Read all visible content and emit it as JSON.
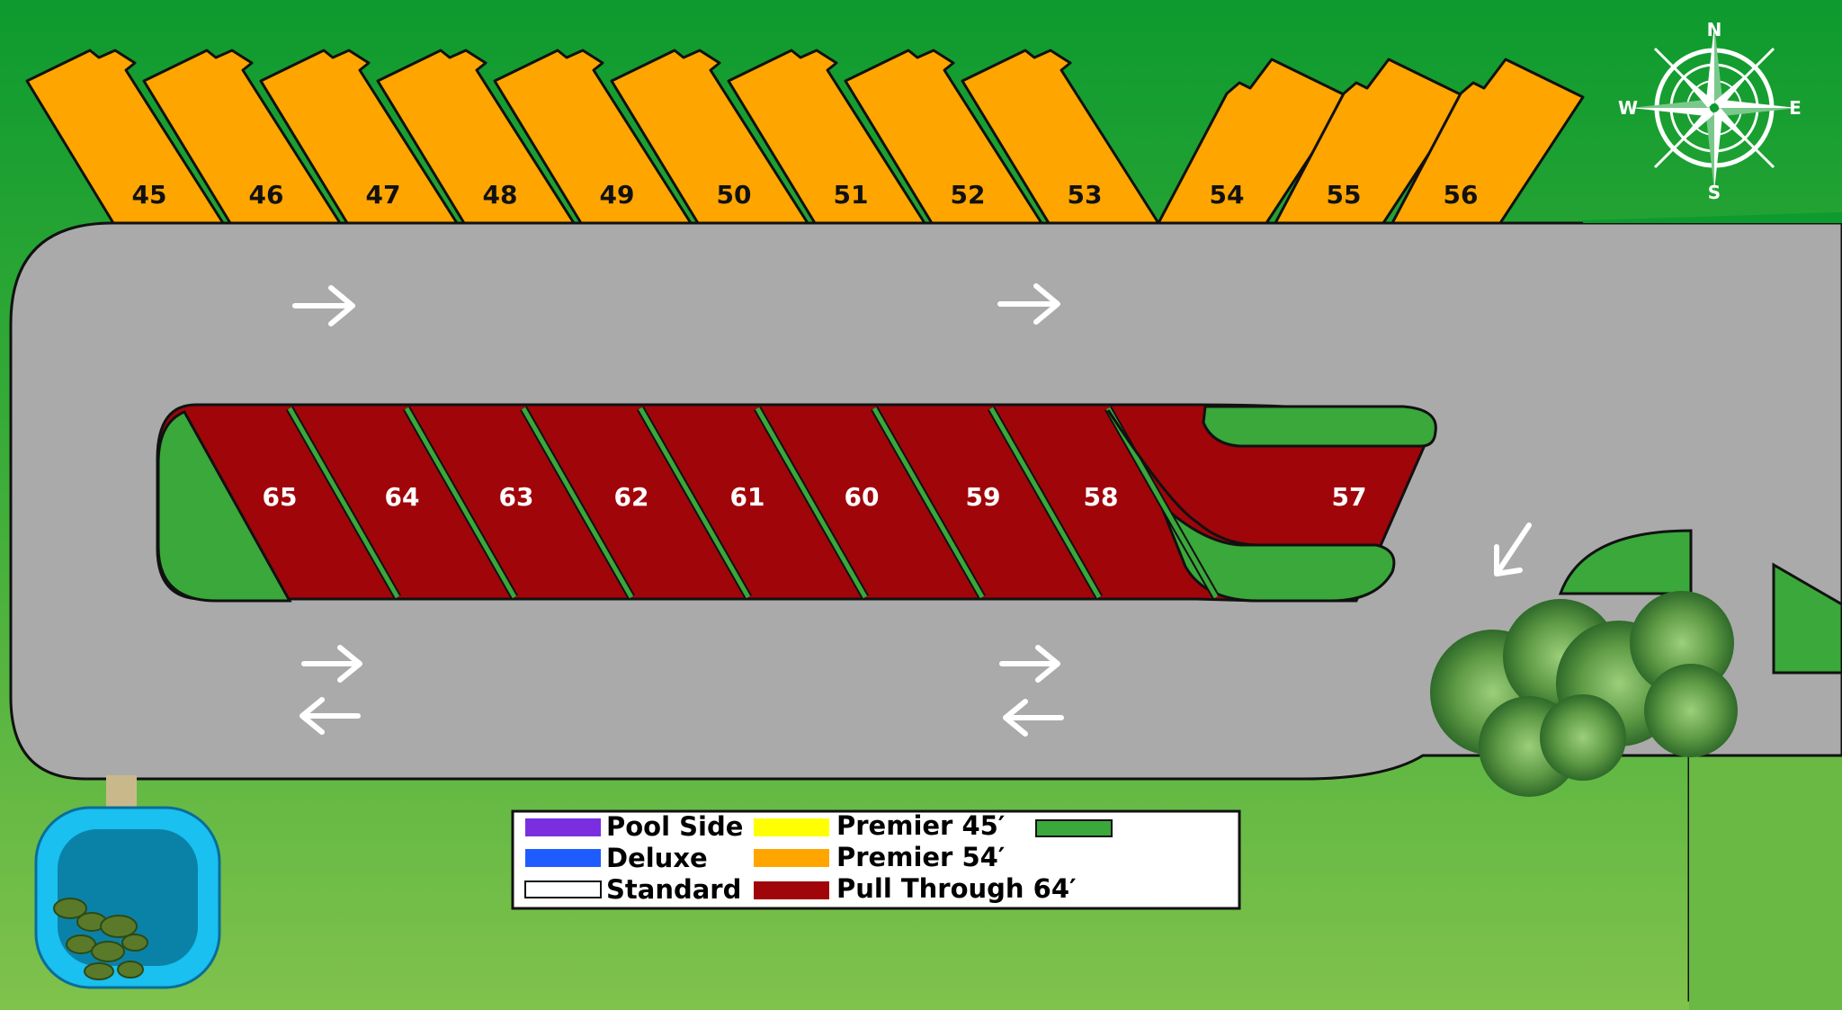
{
  "compass": {
    "north": "N",
    "south": "S",
    "east": "E",
    "west": "W",
    "icon": "compass-rose-icon"
  },
  "premier_sites": [
    "45",
    "46",
    "47",
    "48",
    "49",
    "50",
    "51",
    "52",
    "53",
    "54",
    "55",
    "56"
  ],
  "pull_through_sites": [
    "65",
    "64",
    "63",
    "62",
    "61",
    "60",
    "59",
    "58",
    "57"
  ],
  "legend": {
    "pool_side": "Pool Side",
    "deluxe": "Deluxe",
    "standard": "Standard",
    "premier_45": "Premier 45′",
    "premier_54": "Premier 54′",
    "pull_through_64": "Pull Through 64′"
  },
  "colors": {
    "grass_top": "#0d9a2e",
    "grass_bottom": "#7cc04a",
    "road": "#aaaaaa",
    "premier_54": "#ffa500",
    "premier_45": "#ffff00",
    "pull_through": "#a0050a",
    "pool_side": "#7a2ee0",
    "deluxe": "#1f5cff",
    "island_green": "#3aa83a",
    "pool_water": "#0a82a8",
    "pool_rim": "#19c0f0"
  }
}
